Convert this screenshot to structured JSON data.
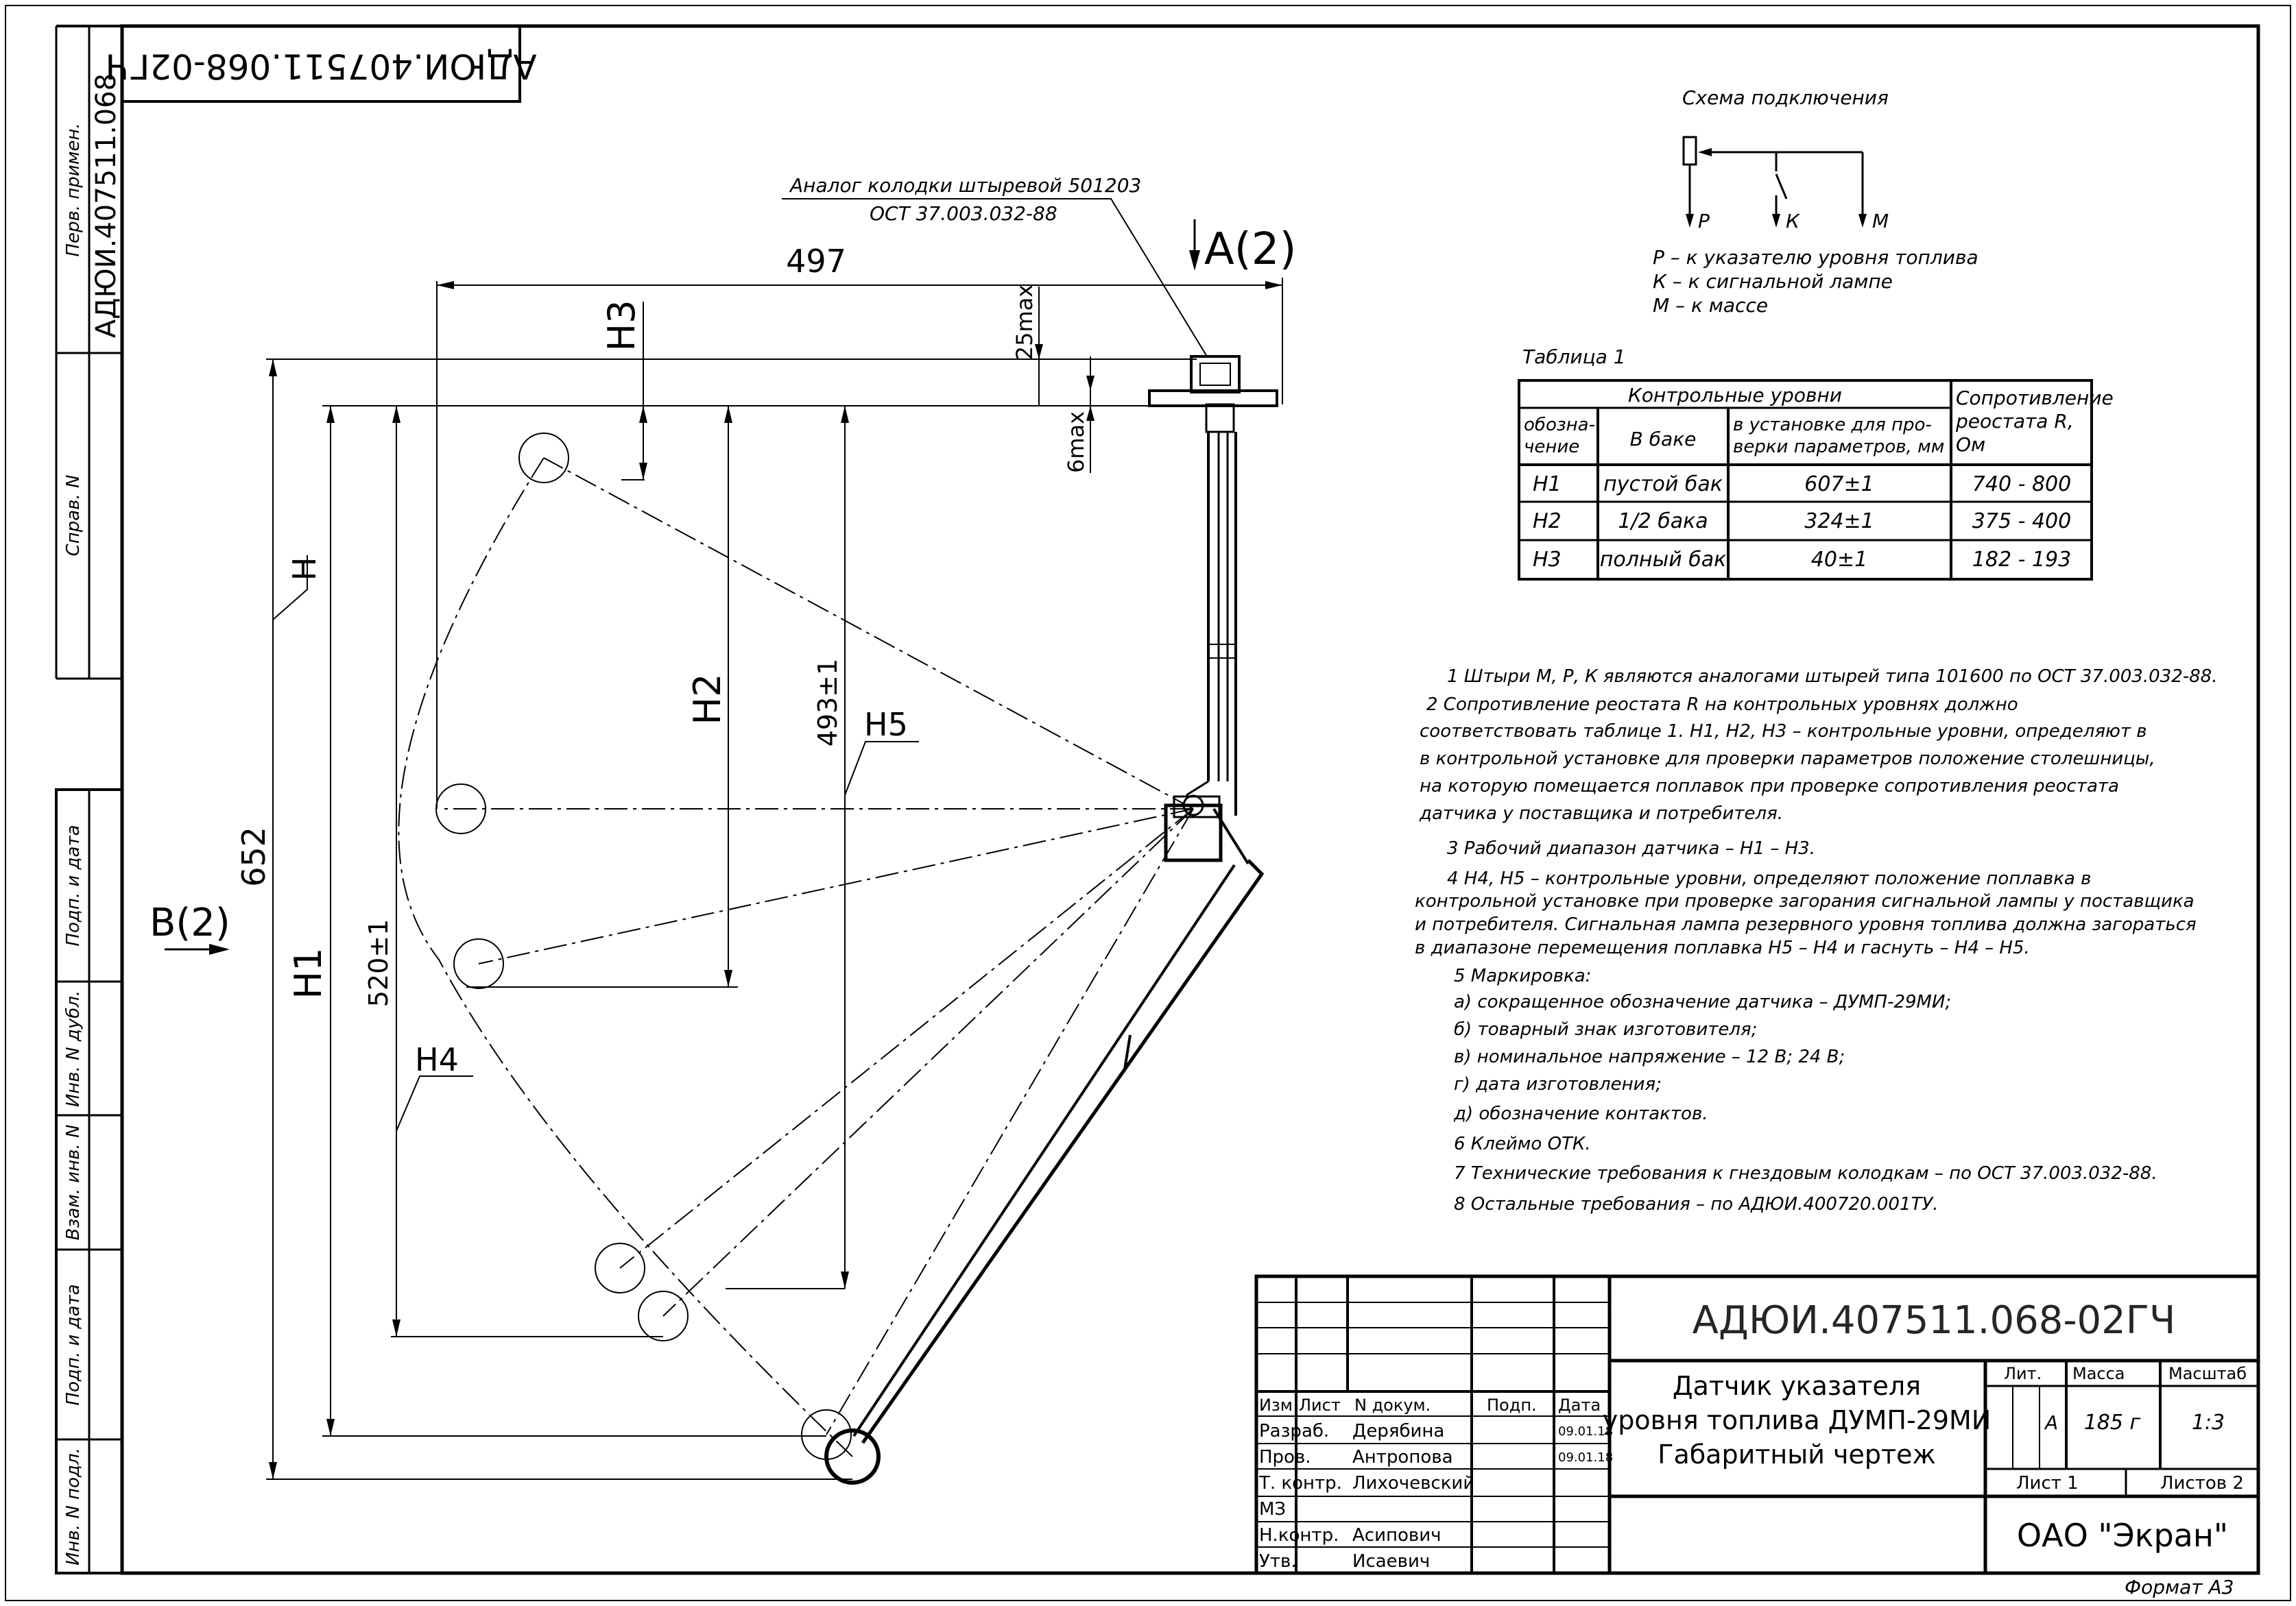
{
  "drawing": {
    "designation": "АДЮИ.407511.068-02ГЧ",
    "rotated_code": "АДЮИ.407511.068-02ГЧ",
    "title_lines": [
      "Датчик указателя",
      "уровня топлива ДУМП-29МИ",
      "Габаритный чертеж"
    ],
    "company": "ОАО \"Экран\"",
    "format": "Формат А3",
    "letter": "А",
    "mass": "185 г",
    "scale": "1:3",
    "sheet": "Лист 1",
    "sheets_total": "Листов 2"
  },
  "side_strip": {
    "perv_primen": "Перв. примен.",
    "perv_code": "АДЮИ.407511.068",
    "sprav": "Справ. N",
    "podp_data": "Подп. и дата",
    "inv_dubl": "Инв. N дубл.",
    "vzam_inv": "Взам. инв. N",
    "inv_podl": "Инв. N подл."
  },
  "title_block": {
    "col_izm": "Изм",
    "col_list": "Лист",
    "col_doc": "N докум.",
    "col_podp": "Подп.",
    "col_data": "Дата",
    "col_lit": "Лит.",
    "col_massa": "Масса",
    "col_masshtab": "Масштаб",
    "rows": [
      {
        "role": "Разраб.",
        "name": "Дерябина",
        "date": "09.01.18"
      },
      {
        "role": "Пров.",
        "name": "Антропова",
        "date": "09.01.18"
      },
      {
        "role": "Т. контр.",
        "name": "Лихочевский",
        "date": ""
      },
      {
        "role": "МЗ",
        "name": "",
        "date": ""
      },
      {
        "role": "Н.контр.",
        "name": "Асипович",
        "date": ""
      },
      {
        "role": "Утв.",
        "name": "Исаевич",
        "date": ""
      }
    ]
  },
  "schematic": {
    "title": "Схема подключения",
    "terminals": [
      "Р",
      "К",
      "М"
    ],
    "legend": [
      "Р – к указателю уровня топлива",
      "К – к сигнальной лампе",
      "М – к массе"
    ]
  },
  "table1": {
    "caption": "Таблица 1",
    "group_header": "Контрольные уровни",
    "resist_header": [
      "Сопротивление",
      "реостата R,",
      "Ом"
    ],
    "col_designation": [
      "обозна-",
      "чение"
    ],
    "col_tank": "В баке",
    "col_install": [
      "в установке для про-",
      "верки параметров, мм"
    ],
    "rows": [
      {
        "designation": "Н1",
        "tank": "пустой бак",
        "install": "607±1",
        "resistance": "740 - 800"
      },
      {
        "designation": "Н2",
        "tank": "1/2 бака",
        "install": "324±1",
        "resistance": "375 - 400"
      },
      {
        "designation": "Н3",
        "tank": "полный бак",
        "install": "40±1",
        "resistance": "182 - 193"
      }
    ]
  },
  "notes": [
    "1 Штыри М, Р, К являются аналогами штырей типа 101600 по ОСТ 37.003.032-88.",
    "2 Сопротивление реостата R на контрольных уровнях должно",
    "соответствовать таблице 1. Н1, Н2, Н3 – контрольные уровни, определяют в",
    "в контрольной установке для проверки параметров положение столешницы,",
    "на которую помещается поплавок при проверке сопротивления реостата",
    "датчика у поставщика и потребителя.",
    "3 Рабочий диапазон датчика – Н1 – Н3.",
    "4 Н4, Н5 – контрольные уровни, определяют положение поплавка в",
    "контрольной установке при проверке загорания сигнальной лампы у поставщика",
    "и потребителя. Сигнальная лампа резервного уровня топлива должна загораться",
    "в диапазоне перемещения поплавка Н5 – Н4 и гаснуть – Н4 – Н5.",
    "5 Маркировка:",
    "а) сокращенное обозначение датчика – ДУМП-29МИ;",
    "б) товарный знак изготовителя;",
    "в) номинальное напряжение – 12 В; 24 В;",
    "г) дата изготовления;",
    "д) обозначение контактов.",
    "6 Клеймо ОТК.",
    "7 Технические требования к гнездовым колодкам – по ОСТ 37.003.032-88.",
    "8 Остальные требования – по АДЮИ.400720.001ТУ."
  ],
  "drawing_labels": {
    "connector_note_1": "Аналог колодки штыревой 501203",
    "connector_note_2": "ОСТ 37.003.032-88",
    "view_a": "А(2)",
    "view_b": "В(2)",
    "dim_497": "497",
    "dim_25max": "25max",
    "dim_6max": "6max",
    "dim_652": "652",
    "dim_520": "520±1",
    "dim_493": "493±1",
    "lbl_H": "Н",
    "lbl_H1": "Н1",
    "lbl_H2": "Н2",
    "lbl_H3": "Н3",
    "lbl_H4": "Н4",
    "lbl_H5": "Н5"
  }
}
